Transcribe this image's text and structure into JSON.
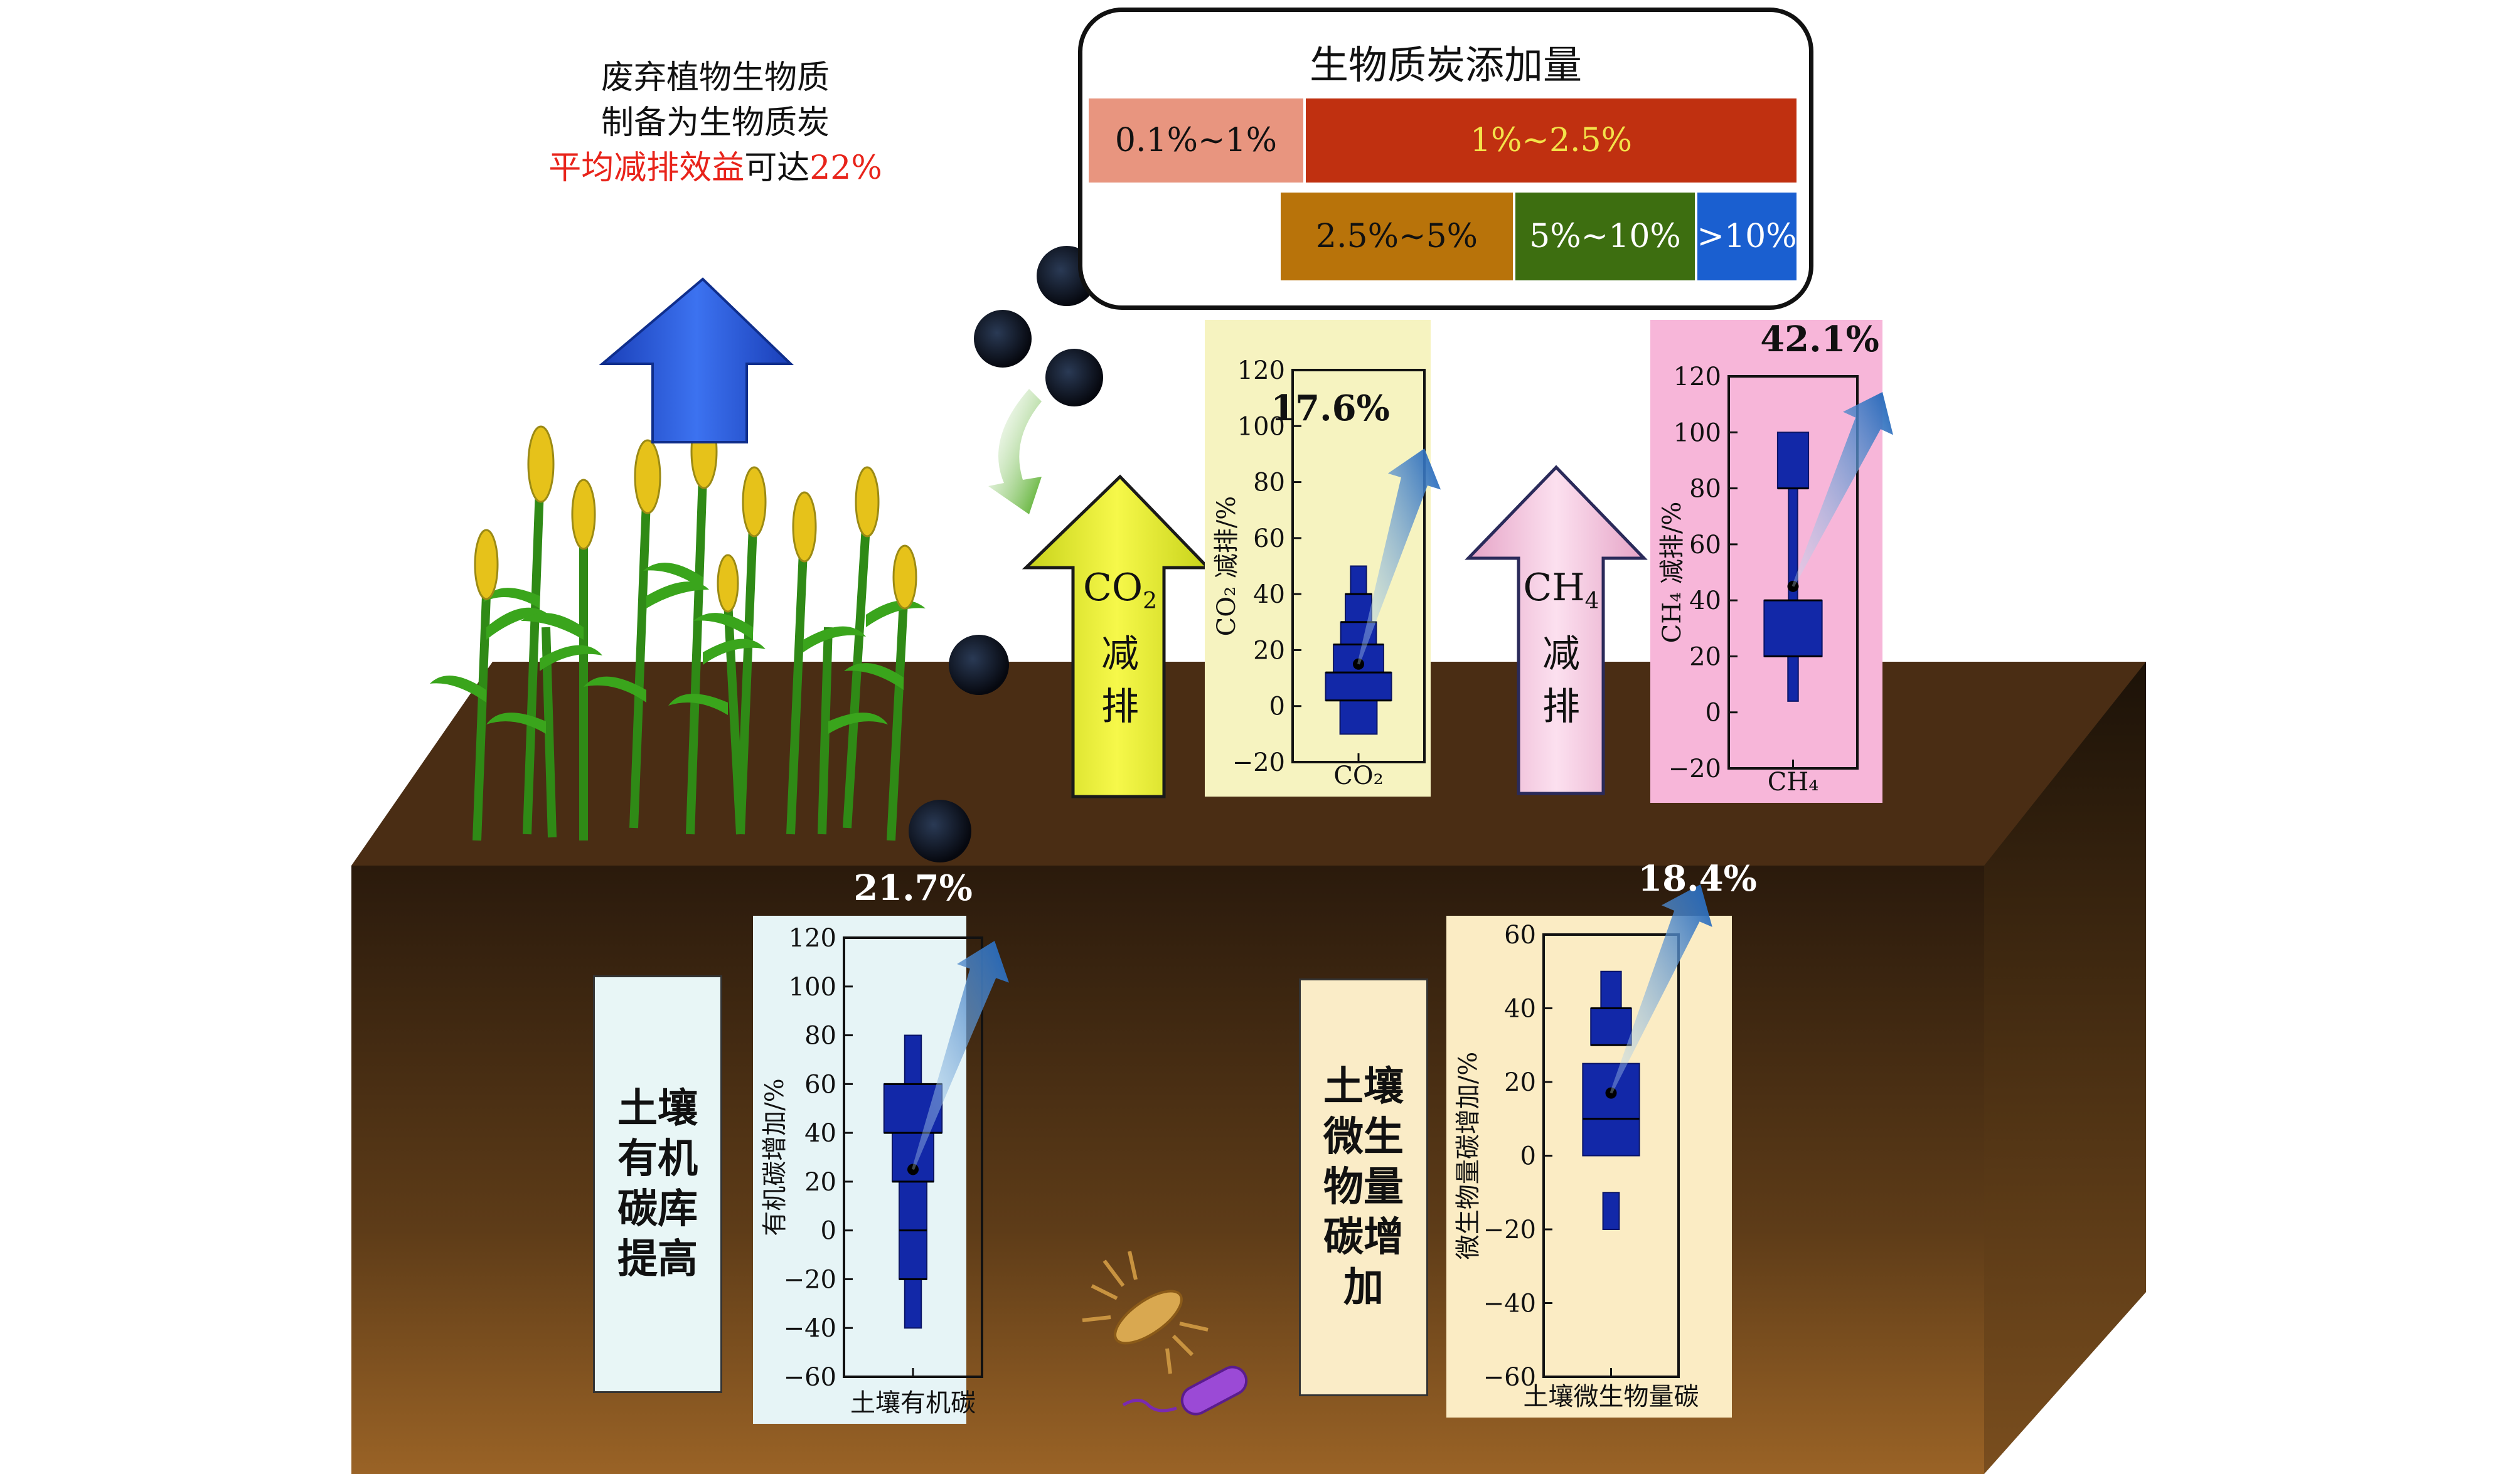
{
  "top_note": {
    "line1": "废弃植物生物质",
    "line2": "制备为生物质炭",
    "line3_red": "平均减排效益",
    "line3_black": "可达",
    "line3_red_pct": "22%"
  },
  "legend": {
    "title": "生物质炭添加量",
    "items": [
      {
        "label": "0.1%~1%",
        "color": "#e8957f",
        "text_color": "#111111"
      },
      {
        "label": "1%~2.5%",
        "color": "#c03010",
        "text_color": "#f3e24a"
      },
      {
        "label": "2.5%~5%",
        "color": "#b8730a",
        "text_color": "#111111"
      },
      {
        "label": "5%~10%",
        "color": "#3d6e10",
        "text_color": "#ffffff"
      },
      {
        "label": ">10%",
        "color": "#1a5fd0",
        "text_color": "#ffffff"
      }
    ]
  },
  "arrows": {
    "co2": {
      "line1": "CO",
      "sub": "2",
      "line2": "减",
      "line3": "排",
      "color": "#e8ef3a"
    },
    "ch4": {
      "line1": "CH",
      "sub": "4",
      "line2": "减",
      "line3": "排",
      "color": "#f6c6df"
    }
  },
  "soil_labels": {
    "soc": "土壤\n有机\n碳库\n提高",
    "mbc": "土壤\n微生\n物量\n碳增\n加"
  },
  "colors": {
    "box_fill": "#1228a8",
    "soil_top": "#4a2d14",
    "soil_front_top": "#2a1a0c",
    "soil_front_bottom": "#8b5a22",
    "blue_arrow": "#1f4fe0"
  },
  "chart_data": [
    {
      "type": "box",
      "id": "co2",
      "panel_color": "#f6f3c0",
      "ylabel": "CO₂ 减排/%",
      "xlabel": "CO₂",
      "ylim": [
        -20,
        120
      ],
      "ticks": [
        -20,
        0,
        20,
        40,
        60,
        80,
        100,
        120
      ],
      "tick_labels": [
        "−20",
        "0",
        "20",
        "40",
        "60",
        "80",
        "100",
        "120"
      ],
      "pct_label": "17.6%",
      "mean": 15,
      "blocks": [
        {
          "from": -10,
          "to": 2,
          "half_width": 0.28
        },
        {
          "from": 2,
          "to": 12,
          "half_width": 0.5
        },
        {
          "from": 12,
          "to": 22,
          "half_width": 0.38
        },
        {
          "from": 22,
          "to": 30,
          "half_width": 0.27
        },
        {
          "from": 30,
          "to": 40,
          "half_width": 0.2
        },
        {
          "from": 40,
          "to": 50,
          "half_width": 0.12
        }
      ],
      "lines": [
        2,
        12,
        22,
        30,
        40
      ]
    },
    {
      "type": "box",
      "id": "ch4",
      "panel_color": "#f7b6d9",
      "ylabel": "CH₄ 减排/%",
      "xlabel": "CH₄",
      "ylim": [
        -20,
        120
      ],
      "ticks": [
        -20,
        0,
        20,
        40,
        60,
        80,
        100,
        120
      ],
      "tick_labels": [
        "−20",
        "0",
        "20",
        "40",
        "60",
        "80",
        "100",
        "120"
      ],
      "pct_label": "42.1%",
      "mean": 45,
      "blocks": [
        {
          "from": 4,
          "to": 20,
          "half_width": 0.08
        },
        {
          "from": 20,
          "to": 40,
          "half_width": 0.45
        },
        {
          "from": 40,
          "to": 80,
          "half_width": 0.07
        },
        {
          "from": 80,
          "to": 100,
          "half_width": 0.24
        }
      ],
      "lines": [
        20,
        40,
        80
      ]
    },
    {
      "type": "box",
      "id": "soc",
      "panel_color": "#e6f4f6",
      "ylabel": "有机碳增加/%",
      "xlabel": "土壤有机碳",
      "ylim": [
        -60,
        120
      ],
      "ticks": [
        -60,
        -40,
        -20,
        0,
        20,
        40,
        60,
        80,
        100,
        120
      ],
      "tick_labels": [
        "−60",
        "−40",
        "−20",
        "0",
        "20",
        "40",
        "60",
        "80",
        "100",
        "120"
      ],
      "pct_label": "21.7%",
      "mean": 25,
      "blocks": [
        {
          "from": -40,
          "to": -20,
          "half_width": 0.12
        },
        {
          "from": -20,
          "to": 0,
          "half_width": 0.2
        },
        {
          "from": 0,
          "to": 20,
          "half_width": 0.2
        },
        {
          "from": 20,
          "to": 40,
          "half_width": 0.3
        },
        {
          "from": 40,
          "to": 60,
          "half_width": 0.42
        },
        {
          "from": 60,
          "to": 80,
          "half_width": 0.12
        }
      ],
      "lines": [
        -20,
        0,
        20,
        40,
        60
      ]
    },
    {
      "type": "box",
      "id": "mbc",
      "panel_color": "#fbecc4",
      "ylabel": "微生物量碳增加/%",
      "xlabel": "土壤微生物量碳",
      "ylim": [
        -60,
        60
      ],
      "ticks": [
        -60,
        -40,
        -20,
        0,
        20,
        40,
        60
      ],
      "tick_labels": [
        "−60",
        "−40",
        "−20",
        "0",
        "20",
        "40",
        "60"
      ],
      "pct_label": "18.4%",
      "mean": 17,
      "blocks": [
        {
          "from": -20,
          "to": -10,
          "half_width": 0.12
        },
        {
          "from": 0,
          "to": 25,
          "half_width": 0.42
        },
        {
          "from": 30,
          "to": 40,
          "half_width": 0.3
        },
        {
          "from": 40,
          "to": 50,
          "half_width": 0.15
        }
      ],
      "lines": [
        10,
        30,
        40
      ]
    }
  ]
}
